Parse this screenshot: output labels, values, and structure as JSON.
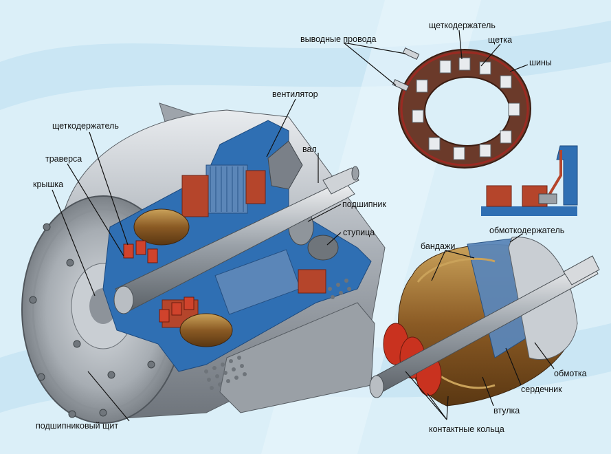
{
  "labels": {
    "brush_holder": "щеткодержатель",
    "traverse": "траверса",
    "cover": "крышка",
    "fan": "вентилятор",
    "shaft": "вал",
    "bearing": "подшипник",
    "hub": "ступица",
    "bearing_shield": "подшипниковый щит",
    "lead_wires": "выводные провода",
    "brush_holder_ring": "щеткодержатель",
    "brush": "щетка",
    "busbars": "шины",
    "bands": "бандажи",
    "winding_holder": "обмоткодержатель",
    "winding": "обмотка",
    "core": "сердечник",
    "sleeve": "втулка",
    "slip_rings": "контактные кольца"
  },
  "colors": {
    "background": "#dbeff8",
    "background_stripe": "#c5e4f2",
    "housing_metal": "#b8bcc1",
    "frame_cutaway": "#2f6fb3",
    "copper_winding": "#b5452b",
    "steel_core": "#5b86b8",
    "brush_ring": "#6b3a2a",
    "leader_line": "#111111"
  }
}
